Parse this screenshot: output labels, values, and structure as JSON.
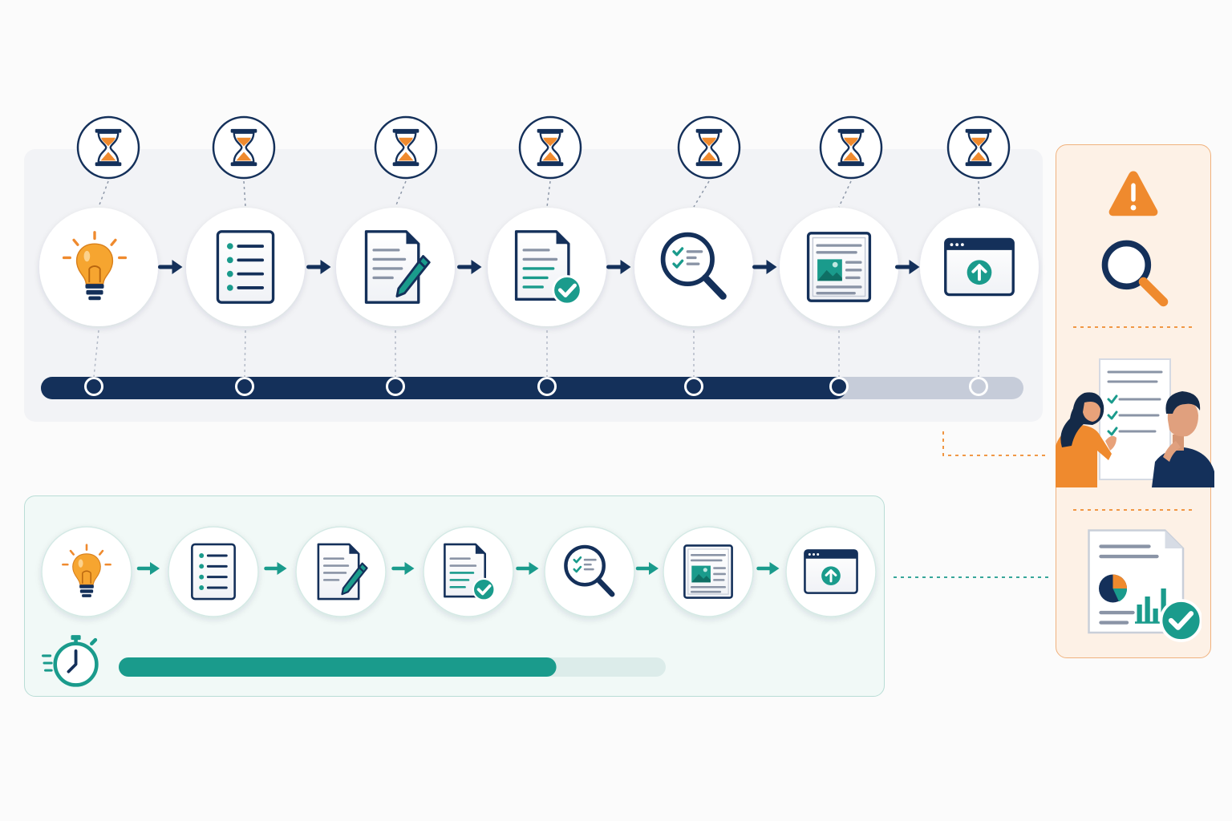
{
  "colors": {
    "navy": "#14305a",
    "orange": "#ef8a2e",
    "teal": "#1a9b8c",
    "track_slow_remaining": "#c6ccd9",
    "track_fast_remaining": "#dcecea",
    "slow_panel_bg": "#f2f3f6",
    "fast_panel_bg": "#f1f9f7",
    "side_panel_bg": "#fdf1e6"
  },
  "slow_workflow": {
    "wait_icon": "hourglass-icon",
    "steps": [
      {
        "icon": "lightbulb-icon"
      },
      {
        "icon": "checklist-icon"
      },
      {
        "icon": "document-edit-icon"
      },
      {
        "icon": "document-approved-icon"
      },
      {
        "icon": "magnifier-checklist-icon"
      },
      {
        "icon": "article-layout-icon"
      },
      {
        "icon": "browser-upload-icon"
      }
    ],
    "progress_fraction": 0.82,
    "completed_milestones": 6,
    "total_milestones": 7
  },
  "fast_workflow": {
    "timer_icon": "stopwatch-icon",
    "steps": [
      {
        "icon": "lightbulb-icon"
      },
      {
        "icon": "checklist-icon"
      },
      {
        "icon": "document-edit-icon"
      },
      {
        "icon": "document-approved-icon"
      },
      {
        "icon": "magnifier-checklist-icon"
      },
      {
        "icon": "article-layout-icon"
      },
      {
        "icon": "browser-upload-icon"
      }
    ],
    "progress_fraction": 0.8
  },
  "side_panel": {
    "items": [
      {
        "icon": "warning-icon"
      },
      {
        "icon": "magnifier-icon"
      },
      {
        "icon": "review-meeting-illustration"
      },
      {
        "icon": "report-approved-icon"
      }
    ]
  }
}
